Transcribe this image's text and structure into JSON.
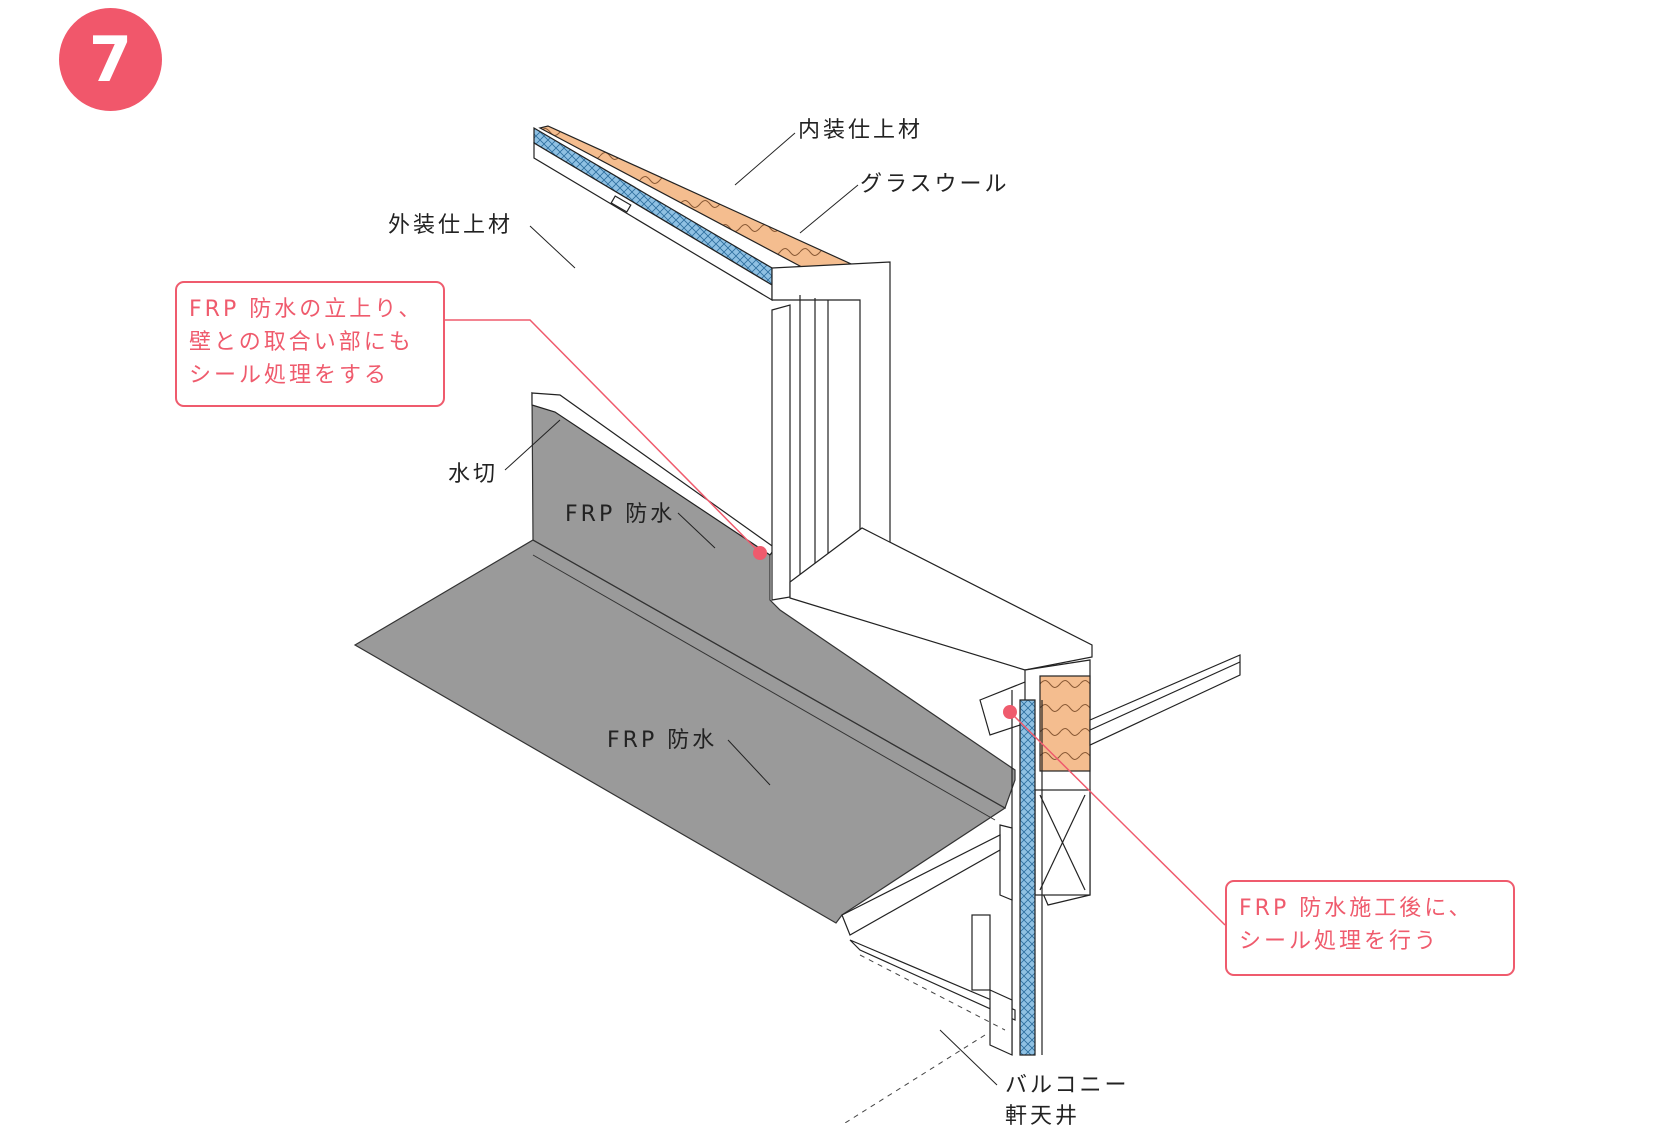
{
  "badge": {
    "number": "7",
    "color": "#f1576b"
  },
  "labels": {
    "interior_finish": "内装仕上材",
    "glass_wool": "グラスウール",
    "exterior_finish": "外装仕上材",
    "flashing": "水切",
    "frp_wall": "FRP 防水",
    "frp_floor": "FRP 防水",
    "balcony_ceiling_1": "バルコニー",
    "balcony_ceiling_2": "軒天井"
  },
  "notes": {
    "upper": [
      "FRP 防水の立上り、",
      "壁との取合い部にも",
      "シール処理をする"
    ],
    "lower": [
      "FRP 防水施工後に、",
      "シール処理を行う"
    ]
  },
  "colors": {
    "accent": "#ef5b6d",
    "frp_membrane": "#9a9a9a",
    "insulation": "#f2b98a",
    "sheathing": "#7fb6dd",
    "line": "#222222"
  }
}
